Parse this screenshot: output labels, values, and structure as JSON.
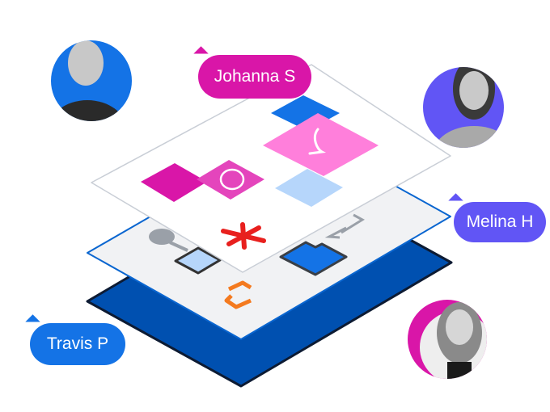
{
  "collaborators": [
    {
      "name": "Johanna S",
      "color": "#D916A8"
    },
    {
      "name": "Melina H",
      "color": "#6155F5"
    },
    {
      "name": "Travis P",
      "color": "#1473E6"
    }
  ],
  "colors": {
    "layer_bottom": "#0050B0",
    "layer_middle": "#F1F2F4",
    "layer_top": "#FFFFFF",
    "avatar_blue": "#1473E6",
    "avatar_purple": "#6155F5",
    "avatar_magenta": "#D916A8"
  }
}
